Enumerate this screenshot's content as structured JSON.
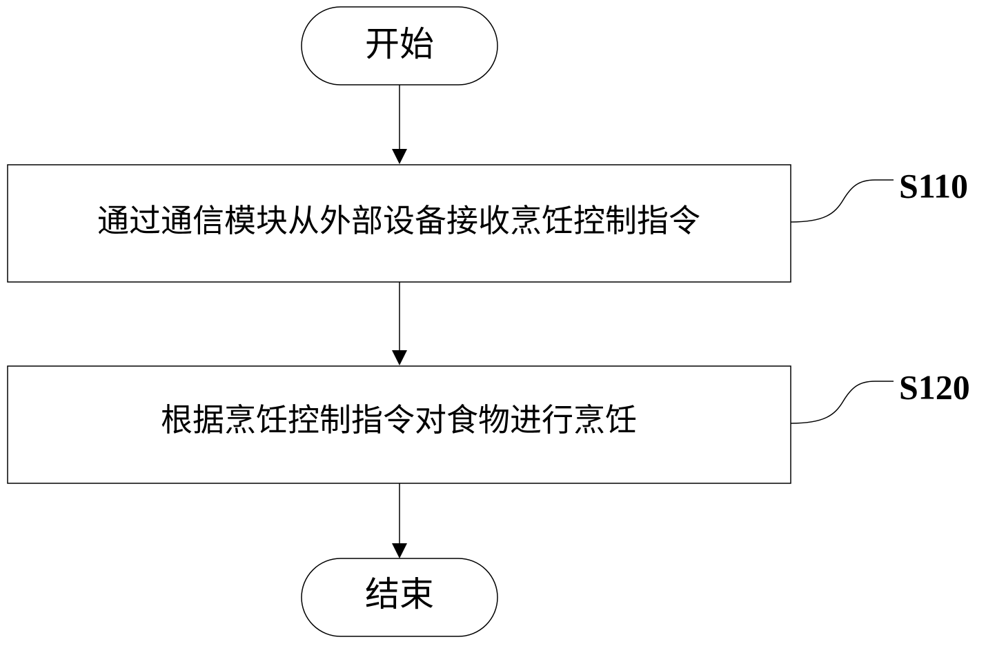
{
  "flowchart": {
    "start": {
      "label": "开始"
    },
    "steps": [
      {
        "id": "S110",
        "text": "通过通信模块从外部设备接收烹饪控制指令"
      },
      {
        "id": "S120",
        "text": "根据烹饪控制指令对食物进行烹饪"
      }
    ],
    "end": {
      "label": "结束"
    }
  },
  "colors": {
    "stroke": "#000000",
    "background": "#ffffff"
  }
}
